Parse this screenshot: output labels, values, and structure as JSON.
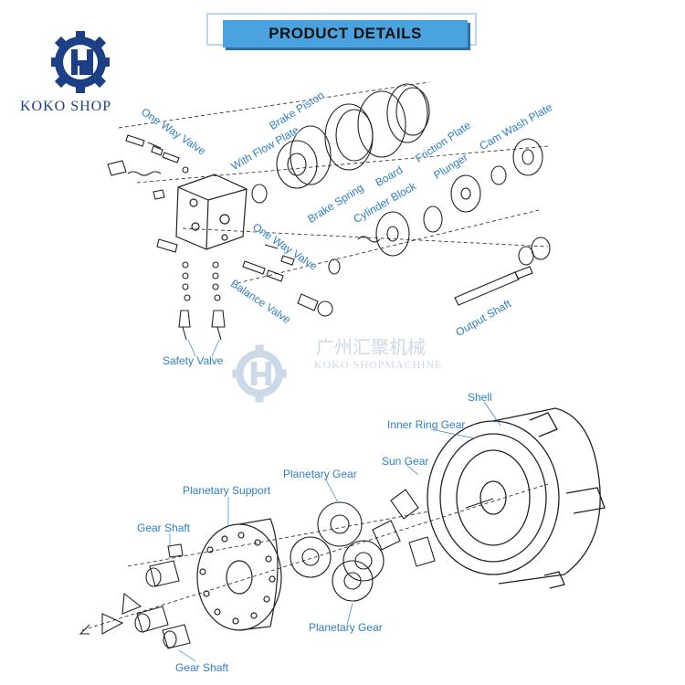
{
  "header": {
    "title": "PRODUCT DETAILS"
  },
  "brand": {
    "name": "KOKO SHOP",
    "logo_icon": "gear-hl-logo",
    "color": "#1d3f86"
  },
  "watermark": {
    "cn_text": "广州汇聚机械",
    "en_text": "KOKO SHOPMACHINE"
  },
  "colors": {
    "label": "#2f7fc8",
    "banner": "#4aa3df",
    "line": "#222222"
  },
  "labels": {
    "one_way_valve_top": "One Way Valve",
    "brake_piston": "Brake Piston",
    "with_flow_plate": "With Flow Plate",
    "brake_spring": "Brake Spring",
    "board": "Board",
    "friction_plate": "Friction Plate",
    "cylinder_block": "Cylinder Block",
    "plunger": "Plunger",
    "cam_wash_plate": "Cam Wash Plate",
    "one_way_valve_mid": "One Way Valve",
    "balance_valve": "Balance Valve",
    "output_shaft": "Output Shaft",
    "safety_valve": "Safety Valve",
    "shell": "Shell",
    "inner_ring_gear": "Inner Ring Gear",
    "sun_gear": "Sun Gear",
    "planetary_gear_top": "Planetary Gear",
    "planetary_support": "Planetary Support",
    "gear_shaft_top": "Gear Shaft",
    "planetary_gear_bottom": "Planetary Gear",
    "gear_shaft_bottom": "Gear Shaft"
  }
}
